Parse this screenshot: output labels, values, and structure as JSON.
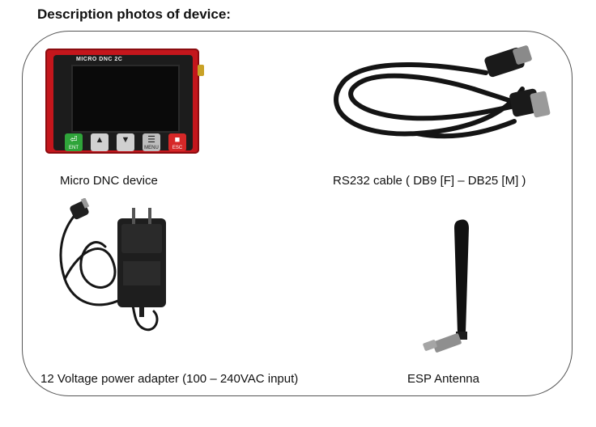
{
  "heading": "Description photos of device:",
  "items": {
    "device": {
      "caption": "Micro DNC device",
      "title": "MICRO DNC 2C",
      "keys": [
        {
          "glyph": "⏎",
          "label": "ENT"
        },
        {
          "glyph": "▲",
          "label": ""
        },
        {
          "glyph": "▼",
          "label": ""
        },
        {
          "glyph": "☰",
          "label": "MENU"
        },
        {
          "glyph": "■",
          "label": "ESC"
        }
      ]
    },
    "cable": {
      "caption": "RS232 cable ( DB9 [F] – DB25 [M] )"
    },
    "adapter": {
      "caption": "12 Voltage power adapter (100 – 240VAC input)"
    },
    "antenna": {
      "caption": "ESP Antenna"
    }
  },
  "colors": {
    "device_red": "#c4161c",
    "cable_black": "#141414",
    "ent_key": "#2fa43a",
    "esc_key": "#d62828"
  }
}
